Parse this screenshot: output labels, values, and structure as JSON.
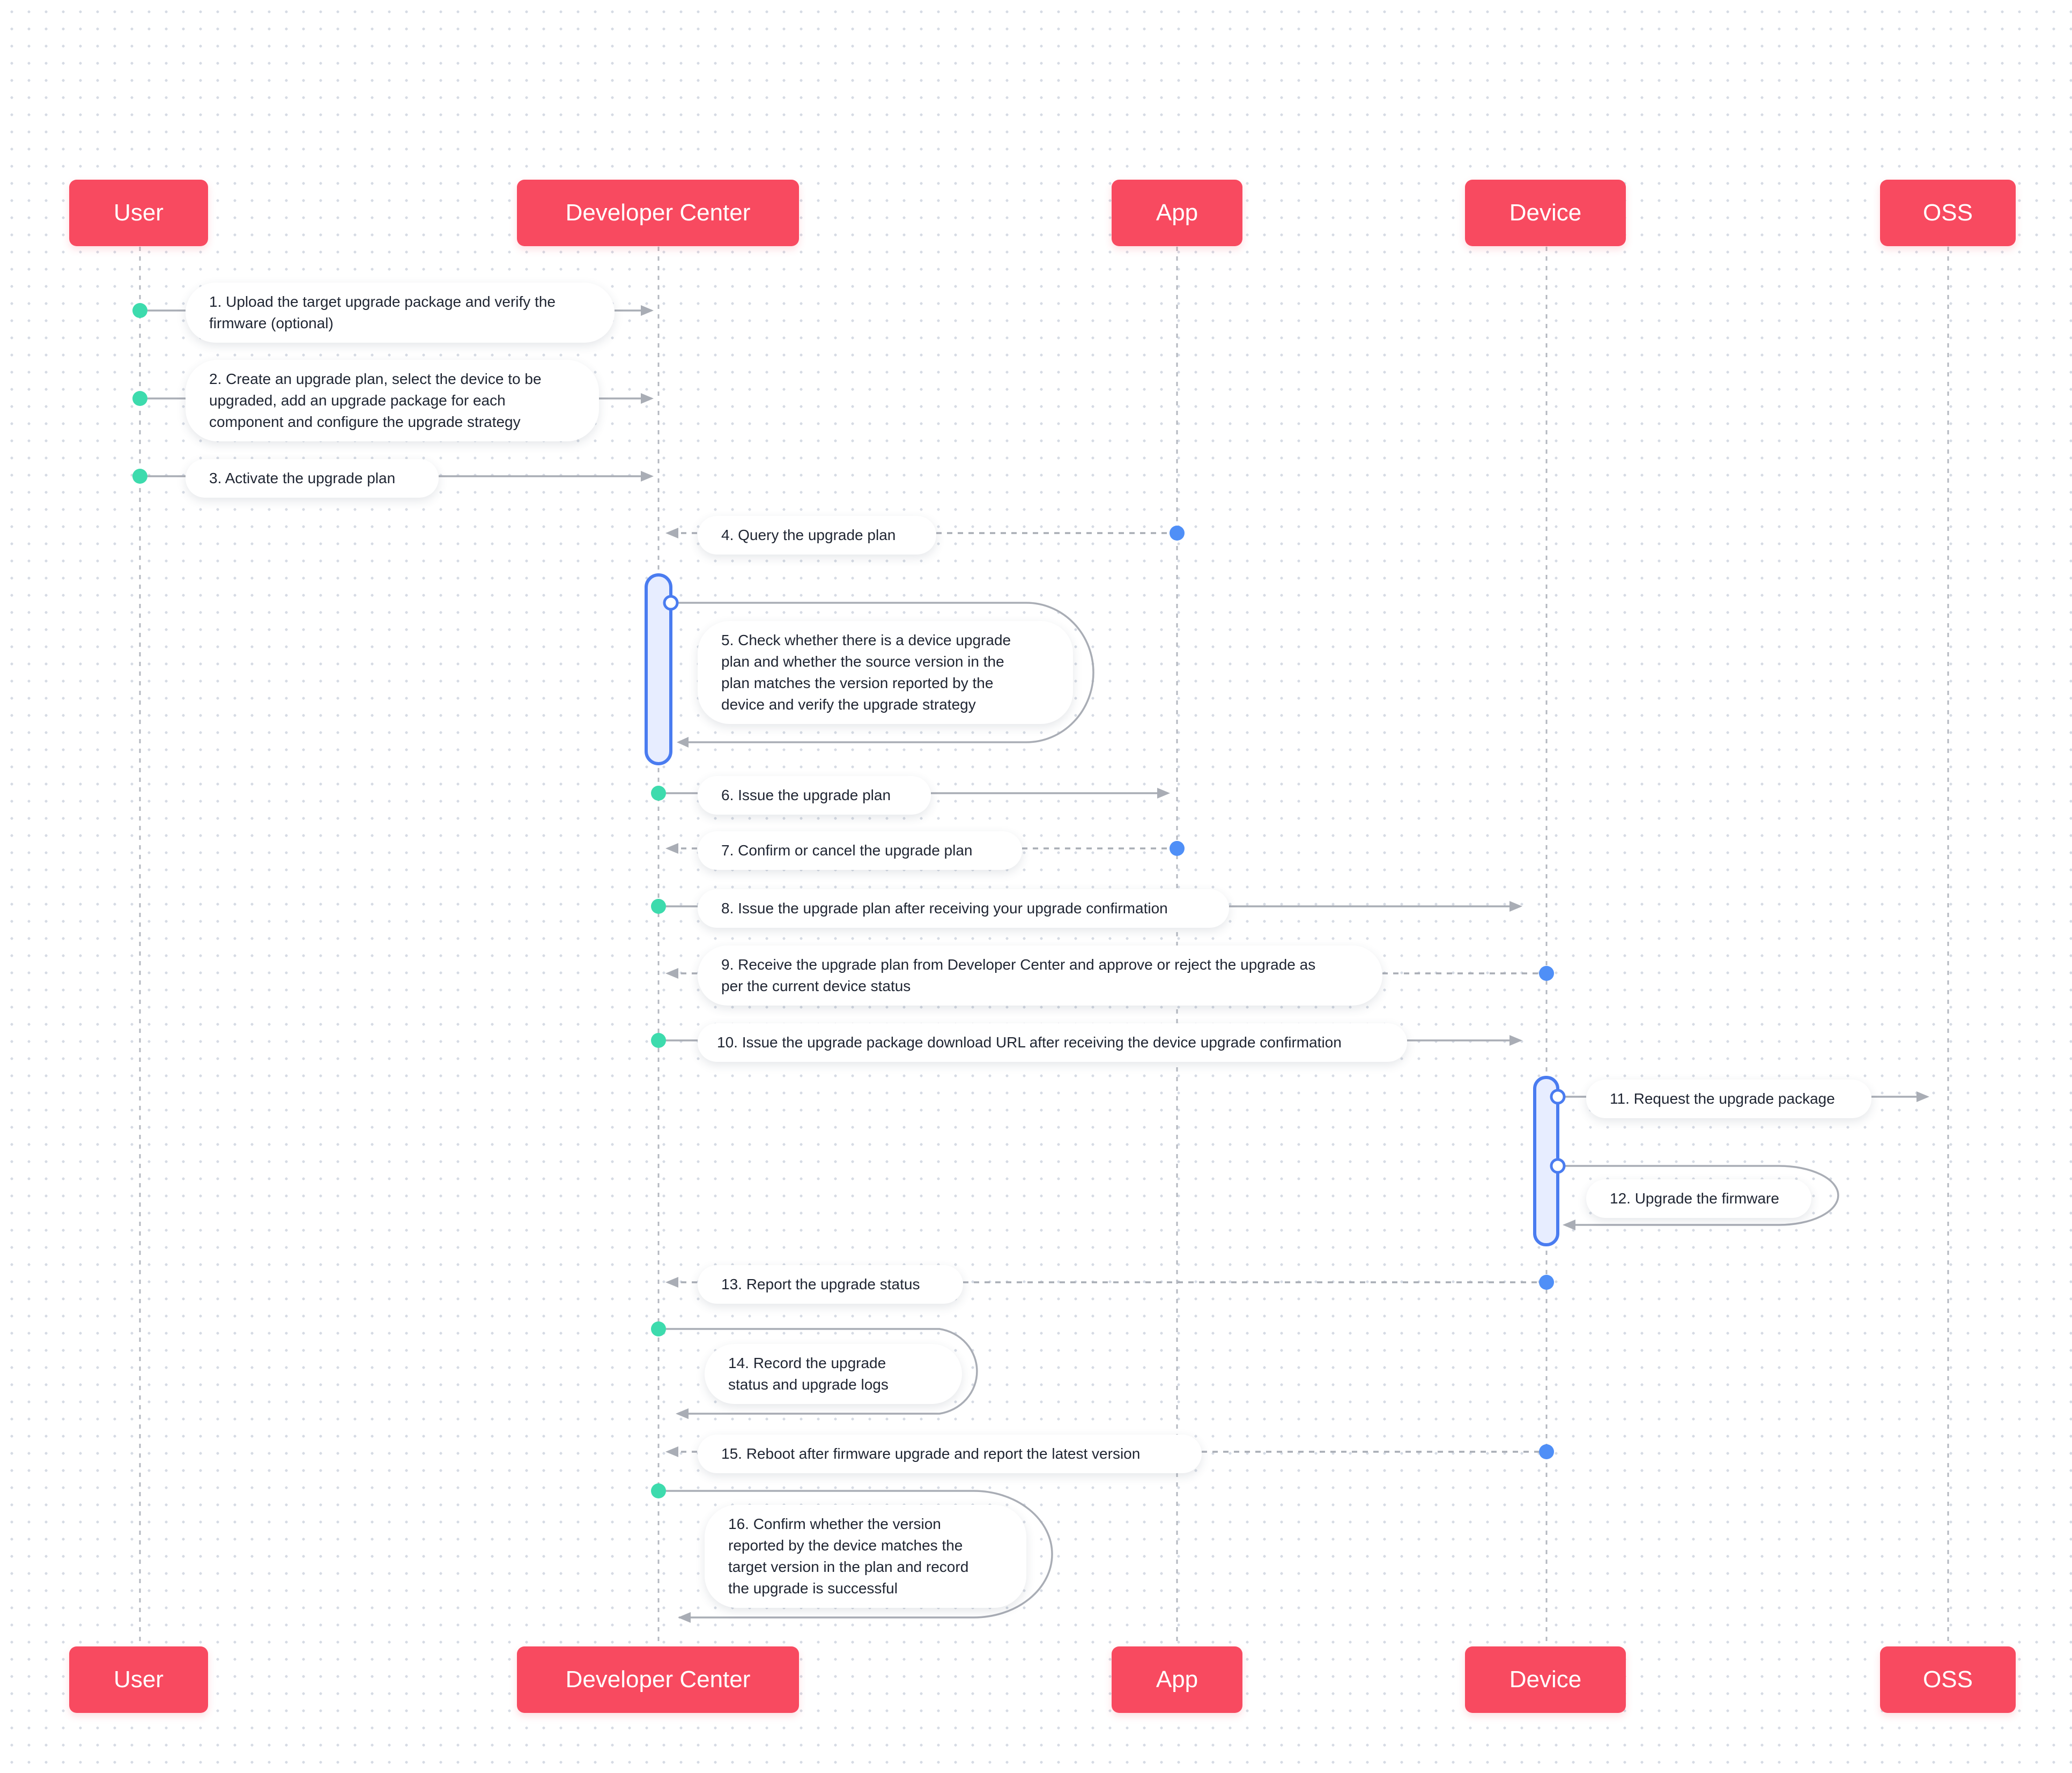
{
  "actors": {
    "user": "User",
    "developer_center": "Developer Center",
    "app": "App",
    "device": "Device",
    "oss": "OSS"
  },
  "messages": {
    "m1": "1. Upload the target upgrade package and verify the\n    firmware (optional)",
    "m2": "2. Create an upgrade plan, select the device to be\n    upgraded, add an upgrade package for each\n    component and configure the upgrade strategy",
    "m3": "3. Activate the upgrade plan",
    "m4": "4. Query the upgrade plan",
    "m5": "5. Check whether there is a device upgrade\n    plan and whether the source version in the\n    plan matches the version reported by the\n    device and verify the upgrade strategy",
    "m6": "6. Issue the upgrade plan",
    "m7": "7. Confirm or cancel the upgrade plan",
    "m8": "8. Issue the upgrade plan after receiving your upgrade confirmation",
    "m9": "9. Receive the upgrade plan from Developer Center and approve or reject the upgrade as\n    per the current device status",
    "m10": "10. Issue the upgrade package download URL after receiving the device upgrade confirmation",
    "m11": "11.  Request the upgrade package",
    "m12": "12. Upgrade the firmware",
    "m13": "13. Report the upgrade status",
    "m14": "14. Record the upgrade\n     status and upgrade logs",
    "m15": "15. Reboot after firmware upgrade and report the latest version",
    "m16": "16. Confirm whether the version\n     reported by the device matches the\n     target version in the plan and record\n     the upgrade is successful"
  },
  "colors": {
    "actor": "#f84a60",
    "sync_dot": "#3ddbad",
    "async_dot": "#4f8ff7",
    "activation": "#4a7cf0",
    "activation_fill": "#e7edff",
    "connector": "#a9adb5",
    "lifeline": "#b4b8c0"
  }
}
